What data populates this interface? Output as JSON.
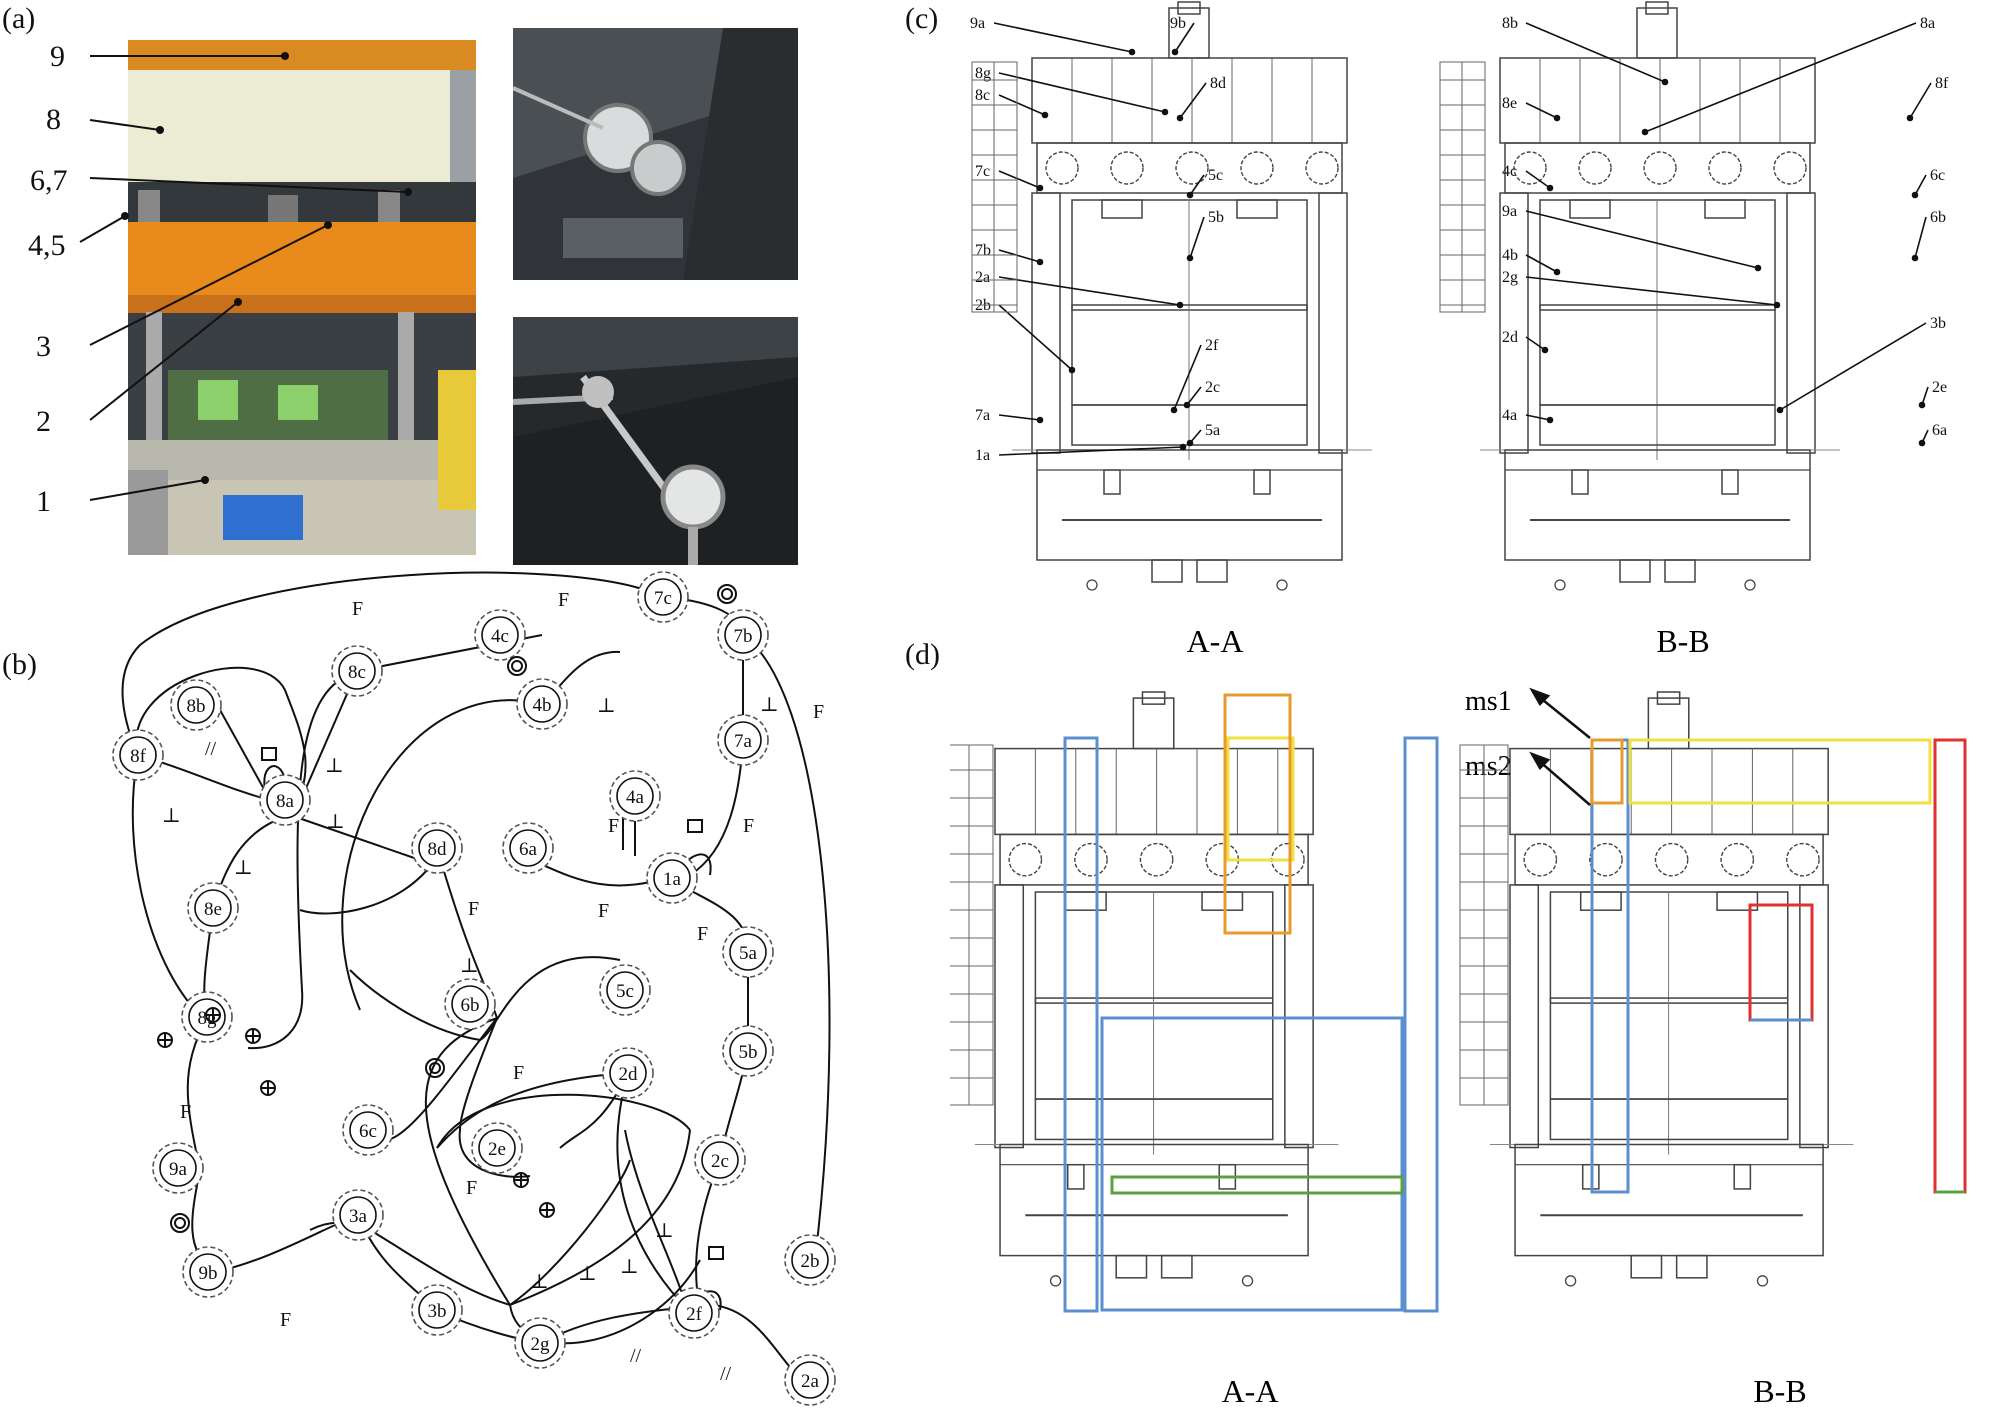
{
  "panels": {
    "a": "(a)",
    "b": "(b)",
    "c": "(c)",
    "d": "(d)"
  },
  "press_labels": [
    "9",
    "8",
    "6,7",
    "4,5",
    "3",
    "2",
    "1"
  ],
  "view_labels": {
    "c_left": "A-A",
    "c_right": "B-B",
    "d_left": "A-A",
    "d_right": "B-B"
  },
  "ms_labels": {
    "ms1": "ms1",
    "ms2": "ms2"
  },
  "graph": {
    "nodes": [
      "7c",
      "4c",
      "8b",
      "8c",
      "4b",
      "7b",
      "8f",
      "8a",
      "4a",
      "7a",
      "8d",
      "6a",
      "1a",
      "8e",
      "5a",
      "5c",
      "6b",
      "5b",
      "8g",
      "6c",
      "9a",
      "2d",
      "2c",
      "2e",
      "2b",
      "2f",
      "9b",
      "3a",
      "3b",
      "2g",
      "2a"
    ],
    "edge_labels": [
      "F",
      "F",
      "F",
      "F",
      "F",
      "F",
      "F",
      "F",
      "F",
      "F",
      "F",
      "F",
      "⊥",
      "⊥",
      "⊥",
      "⊥",
      "⊥",
      "⊥",
      "⊥",
      "⊥",
      "⊥",
      "⊥",
      "⊥",
      "//",
      "//",
      "//"
    ]
  },
  "leaders_c_left": [
    "9a",
    "9b",
    "8g",
    "8c",
    "8d",
    "7c",
    "5c",
    "5b",
    "7b",
    "2a",
    "2b",
    "2f",
    "2c",
    "7a",
    "5a",
    "1a"
  ],
  "leaders_c_right": [
    "8b",
    "8a",
    "8e",
    "8f",
    "4c",
    "6c",
    "9a",
    "6b",
    "4b",
    "2g",
    "2d",
    "3b",
    "2e",
    "4a",
    "6a"
  ],
  "colors": {
    "blue": "#5b8fcf",
    "yellow": "#f0e040",
    "orange": "#e89a2e",
    "red": "#e03030",
    "green": "#5aa040",
    "photo_orange": "#e98a1c",
    "photo_cream": "#ecebd3"
  }
}
